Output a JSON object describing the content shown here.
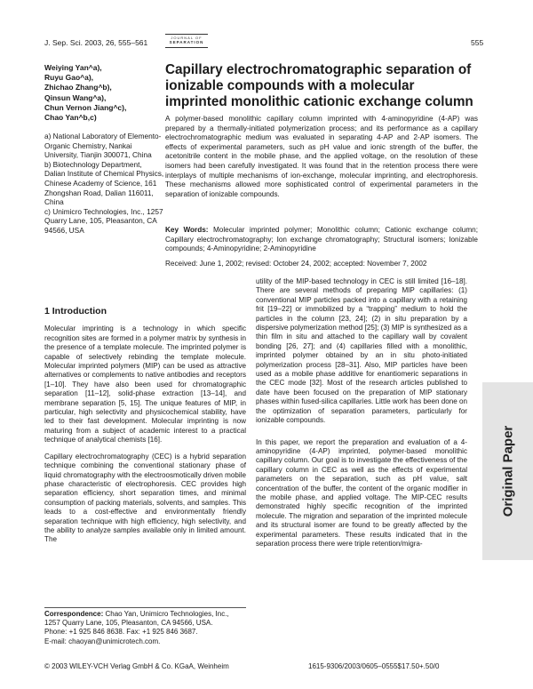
{
  "header": {
    "journal_ref": "J. Sep. Sci. 2003, 26, 555–561",
    "logo_line1": "JOURNAL OF",
    "logo_line2": "SEPARATION",
    "page_number": "555"
  },
  "authors": [
    "Weiying Yan^a),",
    "Ruyu Gao^a),",
    "Zhichao Zhang^b),",
    "Qinsun Wang^a),",
    "Chun Vernon Jiang^c),",
    "Chao Yan^b,c)"
  ],
  "affiliations": [
    "a) National Laboratory of Elemento-Organic Chemistry, Nankai University, Tianjin 300071, China",
    "b) Biotechnology Department, Dalian Institute of Chemical Physics, Chinese Academy of Science, 161 Zhongshan Road, Dalian 116011, China",
    "c) Unimicro Technologies, Inc., 1257 Quarry Lane, 105, Pleasanton, CA 94566, USA"
  ],
  "title": "Capillary electrochromatographic separation of ionizable compounds with a molecular imprinted monolithic cationic exchange column",
  "abstract": "A polymer-based monolithic capillary column imprinted with 4-aminopyridine (4-AP) was prepared by a thermally-initiated polymerization process; and its performance as a capillary electrochromatographic medium was evaluated in separating 4-AP and 2-AP isomers. The effects of experimental parameters, such as pH value and ionic strength of the buffer, the acetonitrile content in the mobile phase, and the applied voltage, on the resolution of these isomers had been carefully investigated. It was found that in the retention process there were interplays of multiple mechanisms of ion-exchange, molecular imprinting, and electrophoresis. These mechanisms allowed more sophisticated control of experimental parameters in the separation of ionizable compounds.",
  "keywords_label": "Key Words:",
  "keywords": "Molecular imprinted polymer; Monolithic column; Cationic exchange column; Capillary electrochromatography; Ion exchange chromatography; Structural isomers; Ionizable compounds; 4-Aminopyridine; 2-Aminopyridine",
  "dates": "Received: June 1, 2002; revised: October 24, 2002; accepted: November 7, 2002",
  "section_heading": "1 Introduction",
  "left_paragraphs": [
    "Molecular imprinting is a technology in which specific recognition sites are formed in a polymer matrix by synthesis in the presence of a template molecule. The imprinted polymer is capable of selectively rebinding the template molecule. Molecular imprinted polymers (MIP) can be used as attractive alternatives or complements to native antibodies and receptors [1–10]. They have also been used for chromatographic separation [11–12], solid-phase extraction [13–14], and membrane separation [5, 15]. The unique features of MIP, in particular, high selectivity and physicochemical stability, have led to their fast development. Molecular imprinting is now maturing from a subject of academic interest to a practical technique of analytical chemists [16].",
    "Capillary electrochromatography (CEC) is a hybrid separation technique combining the conventional stationary phase of liquid chromatography with the electroosmotically driven mobile phase characteristic of electrophoresis. CEC provides high separation efficiency, short separation times, and minimal consumption of packing materials, solvents, and samples. This leads to a cost-effective and environmentally friendly separation technique with high efficiency, high selectivity, and the ability to analyze samples available only in limited amount. The"
  ],
  "right_paragraphs": [
    "utility of the MIP-based technology in CEC is still limited [16–18]. There are several methods of preparing MIP capillaries: (1) conventional MIP particles packed into a capillary with a retaining frit [19–22] or immobilized by a “trapping” medium to hold the particles in the column [23, 24]; (2) in situ preparation by a dispersive polymerization method [25]; (3) MIP is synthesized as a thin film in situ and attached to the capillary wall by covalent bonding [26, 27]; and (4) capillaries filled with a monolithic, imprinted polymer obtained by an in situ photo-initiated polymerization process [28–31]. Also, MIP particles have been used as a mobile phase additive for enantiomeric separations in the CEC mode [32]. Most of the research articles published to date have been focused on the preparation of MIP stationary phases within fused-silica capillaries. Little work has been done on the optimization of separation parameters, particularly for ionizable compounds.",
    "In this paper, we report the preparation and evaluation of a 4-aminopyridine (4-AP) imprinted, polymer-based monolithic capillary column. Our goal is to investigate the effectiveness of the capillary column in CEC as well as the effects of experimental parameters on the separation, such as pH value, salt concentration of the buffer, the content of the organic modifier in the mobile phase, and applied voltage. The MIP-CEC results demonstrated highly specific recognition of the imprinted molecule. The migration and separation of the imprinted molecule and its structural isomer are found to be greatly affected by the experimental parameters. These results indicated that in the separation process there were triple retention/migra-"
  ],
  "correspondence": {
    "label": "Correspondence:",
    "text": "Chao Yan, Unimicro Technologies, Inc., 1257 Quarry Lane, 105, Pleasanton, CA 94566, USA.",
    "phone": "Phone: +1 925 846 8638. Fax: +1 925 846 3687.",
    "email": "E-mail: chaoyan@unimicrotech.com."
  },
  "footer": {
    "copyright": "© 2003 WILEY-VCH Verlag GmbH & Co. KGaA, Weinheim",
    "issn": "1615-9306/2003/0605–0555$17.50+.50/0"
  },
  "side_tab": "Original Paper"
}
